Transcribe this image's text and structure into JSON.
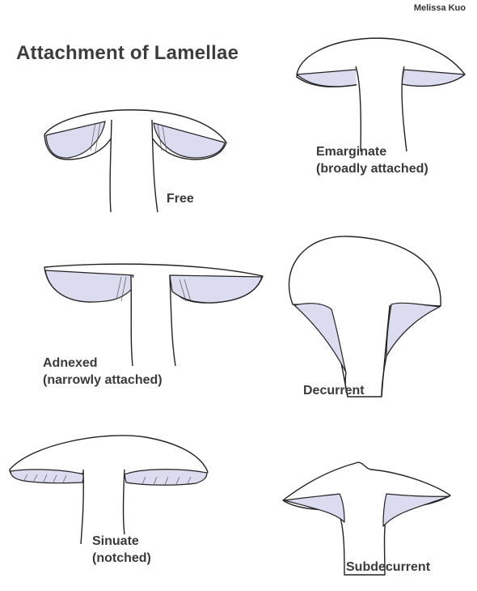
{
  "title": "Attachment of Lamellae",
  "credit": "Melissa Kuo",
  "items": [
    {
      "name": "Free",
      "subtitle": ""
    },
    {
      "name": "Emarginate",
      "subtitle": "(broadly attached)"
    },
    {
      "name": "Adnexed",
      "subtitle": "(narrowly attached)"
    },
    {
      "name": "Decurrent",
      "subtitle": ""
    },
    {
      "name": "Sinuate",
      "subtitle": "(notched)"
    },
    {
      "name": "Subdecurrent",
      "subtitle": ""
    }
  ],
  "colors": {
    "gill_fill": "#dcdcf0",
    "outline": "#222222",
    "text": "#3a3a3a"
  }
}
